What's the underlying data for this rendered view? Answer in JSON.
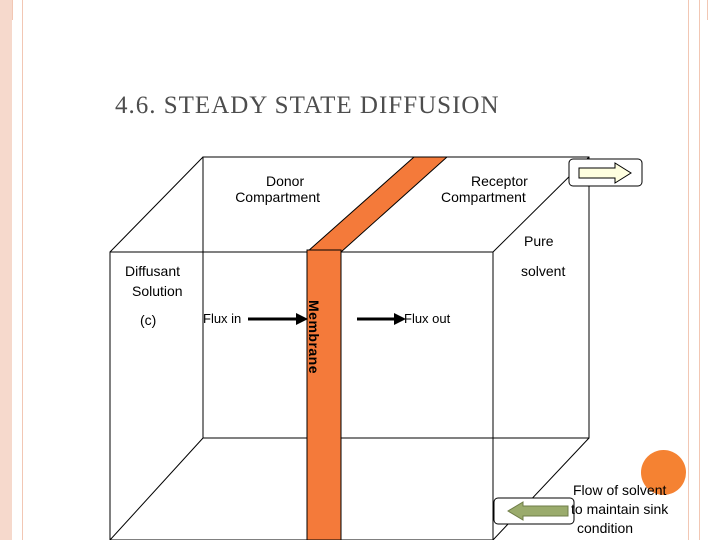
{
  "slide": {
    "title": "4.6. STEADY STATE DIFFUSION"
  },
  "diagram": {
    "donor_line1": "Donor",
    "donor_line2": "Compartment",
    "receptor_line1": "Receptor",
    "receptor_line2": "Compartment",
    "pure": "Pure",
    "solvent": "solvent",
    "diffusant_line1": "Diffusant",
    "diffusant_line2": "Solution",
    "panel_label": "(c)",
    "flux_in": "Flux in",
    "flux_out": "Flux out",
    "membrane": "Membrane",
    "flow_line1": "Flow of solvent",
    "flow_line2": "to maintain sink",
    "flow_line3": "condition"
  },
  "colors": {
    "membrane": "#f47a3a",
    "accent_circle": "#f58232",
    "frame": "#f2c7b4",
    "inlet_arrow_fill": "#ffffe0",
    "outlet_arrow_fill": "#9aab6c",
    "title": "#4d4d4d"
  },
  "icons": {
    "inlet": "right-arrow-icon",
    "outlet": "left-arrow-icon"
  }
}
